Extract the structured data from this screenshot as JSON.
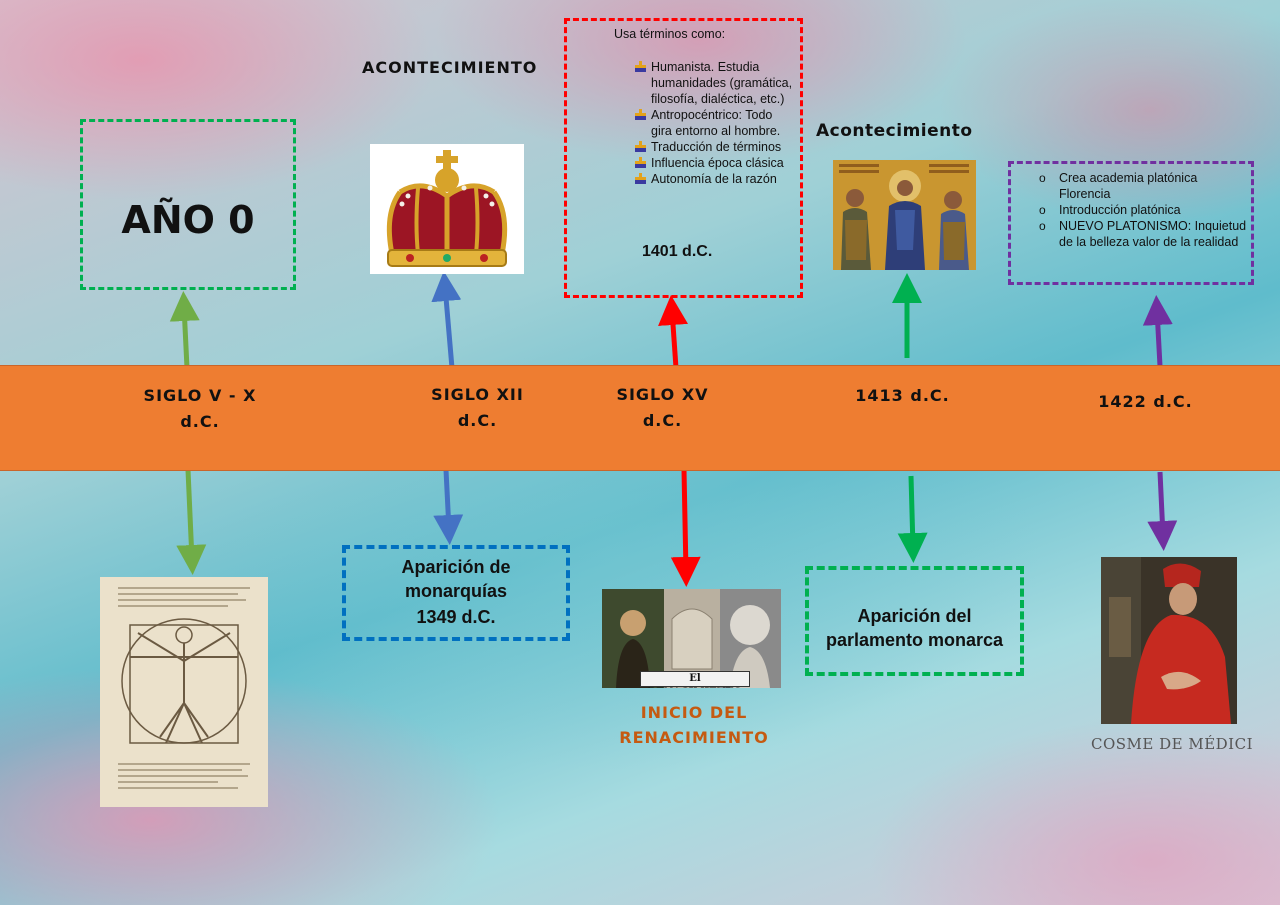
{
  "band": {
    "labels": [
      {
        "line1": "SIGLO V - X",
        "line2": "d.C."
      },
      {
        "line1": "SIGLO XII",
        "line2": "d.C."
      },
      {
        "line1": "SIGLO XV",
        "line2": "d.C."
      },
      {
        "line1": "1413 d.C.",
        "line2": ""
      },
      {
        "line1": "1422 d.C.",
        "line2": ""
      }
    ],
    "color": "#ee7d31"
  },
  "top": {
    "ano_cero": "AÑO 0",
    "acontecimiento_caps": "ACONTECIMIENTO",
    "humanismo_box": {
      "intro": "Usa términos como:",
      "items": [
        "Humanista. Estudia humanidades (gramática, filosofía, dialéctica, etc.)",
        "Antropocéntrico:  Todo gira entorno al hombre.",
        "Traducción de términos",
        "Influencia época clásica",
        "Autonomía de la razón"
      ],
      "year": "1401 d.C."
    },
    "acontecimiento_title": "Acontecimiento",
    "platon_box": {
      "items": [
        "Crea academia platónica Florencia",
        "Introducción platónica",
        "NUEVO PLATONISMO: Inquietud de la belleza valor de la realidad"
      ]
    }
  },
  "bottom": {
    "monarquias": {
      "line1": "Aparición de",
      "line2": "monarquías",
      "year": "1349 d.C."
    },
    "renacimiento_image_text": "El RENACIMIENTO",
    "renacimiento_caption": {
      "line1": "INICIO DEL",
      "line2": "RENACIMIENTO"
    },
    "parlamento": {
      "line1": "Aparición del",
      "line2": "parlamento monarca"
    },
    "cosme": "COSME DE MÉDICI"
  },
  "colors": {
    "green": "#70ad47",
    "blue": "#4472c4",
    "red": "#ff0000",
    "emerald": "#00b050",
    "purple": "#7030a0",
    "dash_green": "#00b050",
    "dash_blue": "#0070c0",
    "dash_red": "#ff0000",
    "dash_purple": "#7030a0",
    "caption_orange": "#c55a11",
    "cosme_text": "#555555"
  }
}
